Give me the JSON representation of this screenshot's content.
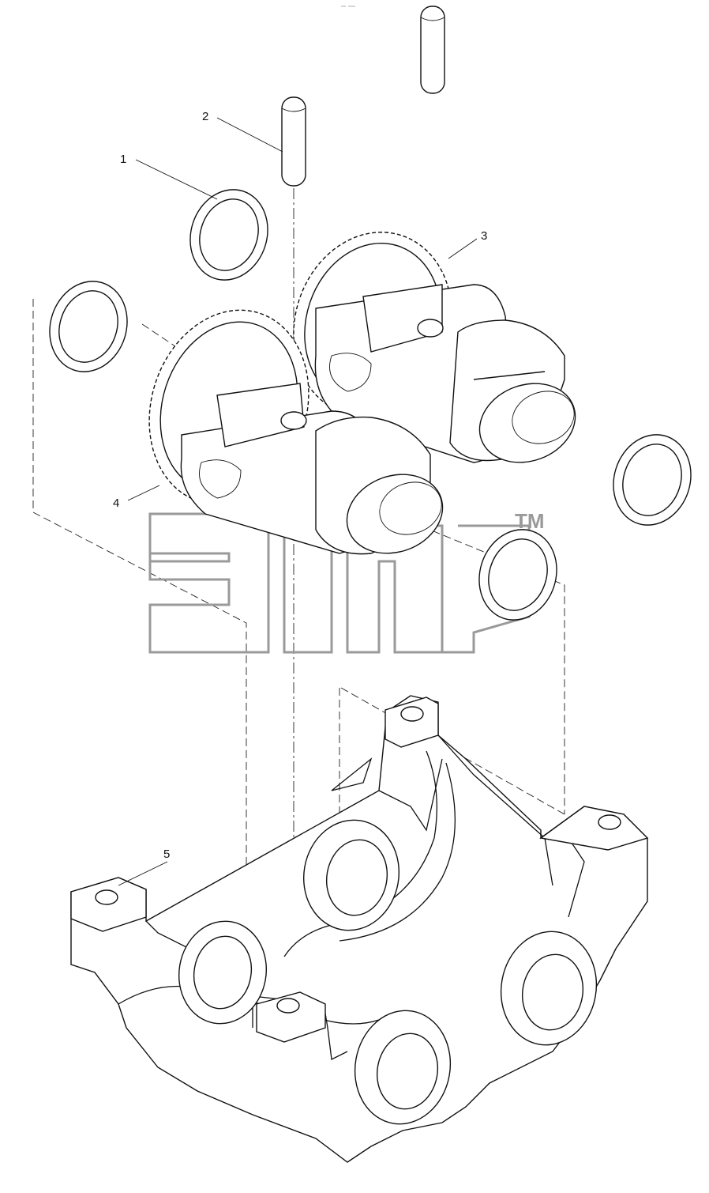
{
  "header": {
    "stamp": "~~ ~~~"
  },
  "callouts": [
    {
      "id": "1",
      "label": "1"
    },
    {
      "id": "2",
      "label": "2"
    },
    {
      "id": "3",
      "label": "3"
    },
    {
      "id": "4",
      "label": "4"
    },
    {
      "id": "5",
      "label": "5"
    }
  ],
  "watermark": {
    "tm": "TM"
  },
  "colors": {
    "line": "#111111",
    "watermark": "#9a9a9a",
    "background": "#ffffff"
  }
}
